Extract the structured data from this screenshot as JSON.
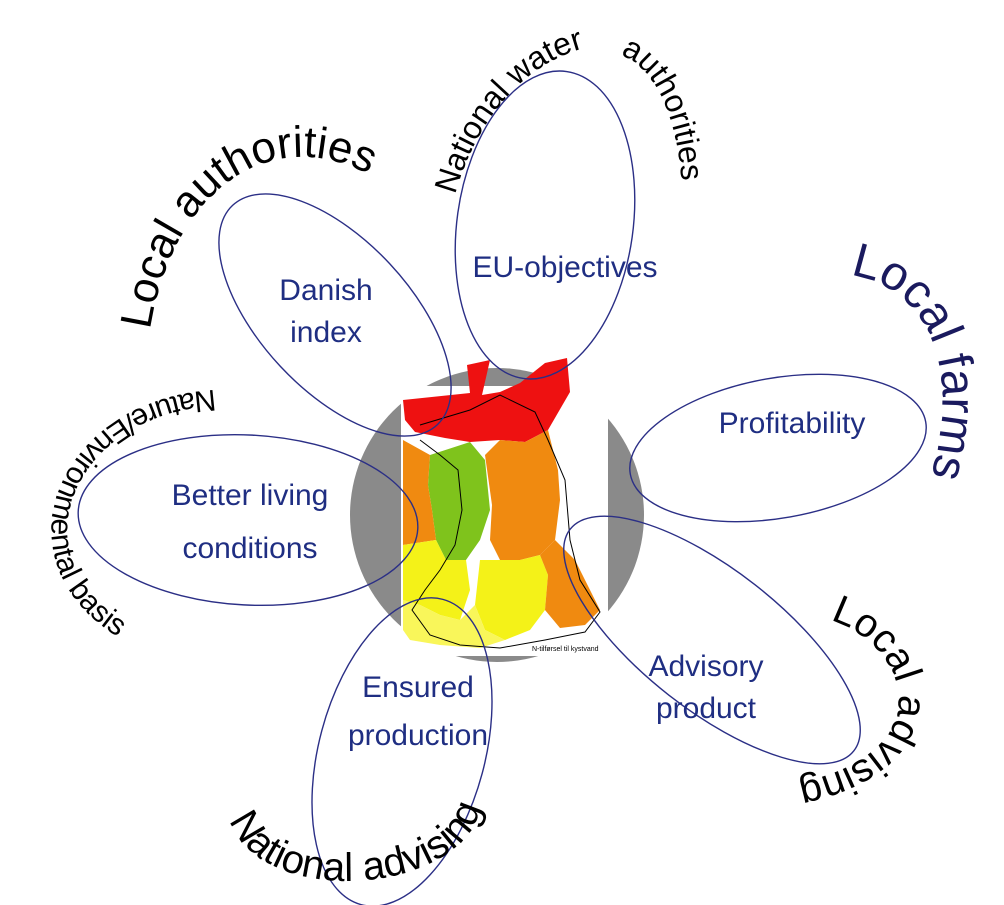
{
  "center": {
    "map_caption": "N-tilførsel til kystvand",
    "colors": {
      "red": "#ee1111",
      "orange": "#f08a10",
      "yellow": "#f4f218",
      "light_yellow": "#f9f65a",
      "green": "#7fc31c",
      "ring": "#8a8a8a",
      "petal_stroke": "#2b2f86",
      "label_color": "#1f2e82"
    }
  },
  "petals": [
    {
      "lines": [
        "Danish",
        "index"
      ]
    },
    {
      "lines": [
        "EU-objectives"
      ]
    },
    {
      "lines": [
        "Profitability"
      ]
    },
    {
      "lines": [
        "Advisory",
        "product"
      ]
    },
    {
      "lines": [
        "Ensured",
        "production"
      ]
    },
    {
      "lines": [
        "Better living",
        "conditions"
      ]
    }
  ],
  "stakeholders": {
    "local_authorities": "Local authorities",
    "national_water_authorities_line1": "National water",
    "national_water_authorities_line2": "authorities",
    "local_farms": "Local farms",
    "local_advising": "Local advising",
    "national_advising": "National advising",
    "nature_environmental_basis": "Nature/Environmental basis"
  }
}
